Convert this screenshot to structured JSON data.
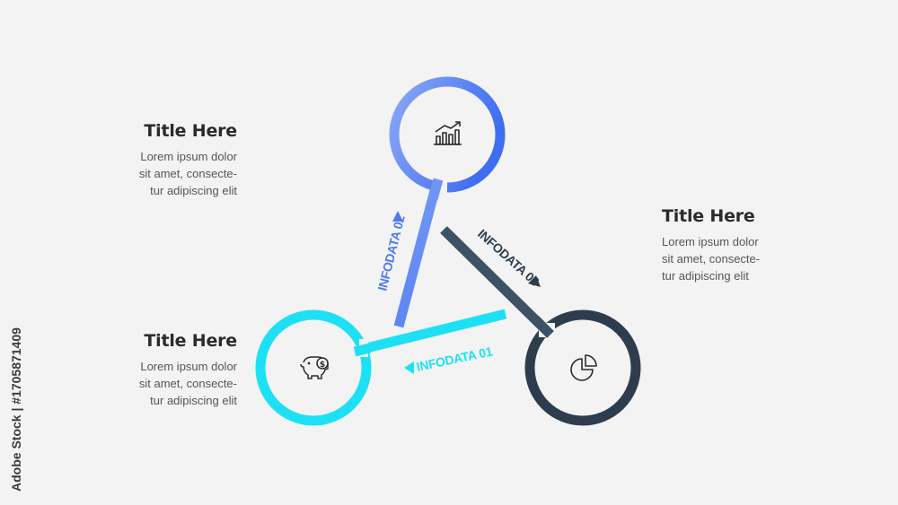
{
  "colors": {
    "background": "#f3f3f3",
    "node_top_gradient_start": "#8aa8f5",
    "node_top_gradient_end": "#3f6ef0",
    "node_bottom_left": "#1ee0f5",
    "node_bottom_right": "#2e3d4e",
    "text_dark": "#2b2b2b",
    "text_body": "#555555"
  },
  "nodes": [
    {
      "id": "top",
      "icon": "chart-growth-icon"
    },
    {
      "id": "bottom-left",
      "icon": "piggy-bank-dollar-icon"
    },
    {
      "id": "bottom-right",
      "icon": "pie-chart-icon"
    }
  ],
  "connectors": [
    {
      "label": "INFODATA 01"
    },
    {
      "label": "INFODATA 02"
    },
    {
      "label": "INFODATA 03"
    }
  ],
  "blocks": [
    {
      "title": "Title Here",
      "body": "Lorem ipsum dolor\nsit amet, consecte-\ntur adipiscing elit"
    },
    {
      "title": "Title Here",
      "body": "Lorem ipsum dolor\nsit amet, consecte-\ntur adipiscing elit"
    },
    {
      "title": "Title Here",
      "body": "Lorem ipsum dolor\nsit amet, consecte-\ntur adipiscing elit"
    }
  ],
  "watermark": {
    "text": "Adobe Stock | #1705871409"
  }
}
